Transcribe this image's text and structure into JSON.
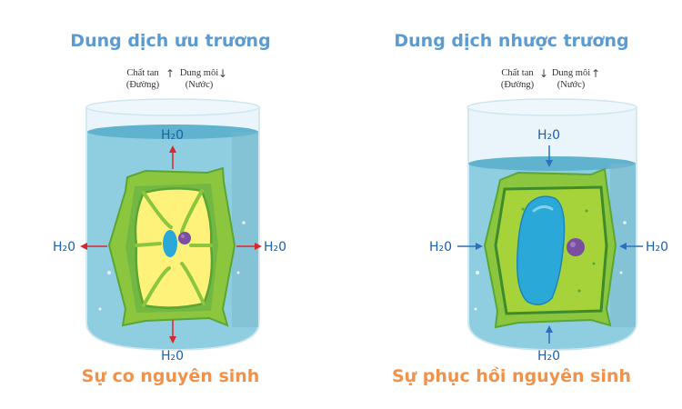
{
  "left": {
    "title": "Dung dịch ưu trương",
    "legend": {
      "solute": "Chất tan\n(Đường)",
      "solvent": "Dung môi\n(Nước)",
      "solute_arrow": "↑",
      "solvent_arrow": "↓"
    },
    "water_top": "H₂0",
    "water_left": "H₂0",
    "water_right": "H₂0",
    "water_bottom": "H₂0",
    "caption": "Sự co nguyên sinh"
  },
  "right": {
    "title": "Dung dịch nhược trương",
    "legend": {
      "solute": "Chất tan\n(Đường)",
      "solvent": "Dung môi\n(Nước)",
      "solute_arrow": "↓",
      "solvent_arrow": "↑"
    },
    "water_top": "H₂0",
    "water_left": "H₂0",
    "water_right": "H₂0",
    "water_bottom": "H₂0",
    "caption": "Sự phục hồi nguyên sinh"
  },
  "colors": {
    "title": "#5b9bd0",
    "caption": "#f0924a",
    "arrow_out": "#d9262c",
    "arrow_in": "#2c6fc0",
    "water": "#8fcde0",
    "cell_wall": "#8cc63f",
    "cytoplasm_yellow": "#fff27a",
    "cytoplasm_green": "#a6d23a",
    "vacuole": "#2aa8d8",
    "nucleus": "#7b4fa0"
  },
  "icons": [
    "arrow-up-icon",
    "arrow-down-icon"
  ]
}
